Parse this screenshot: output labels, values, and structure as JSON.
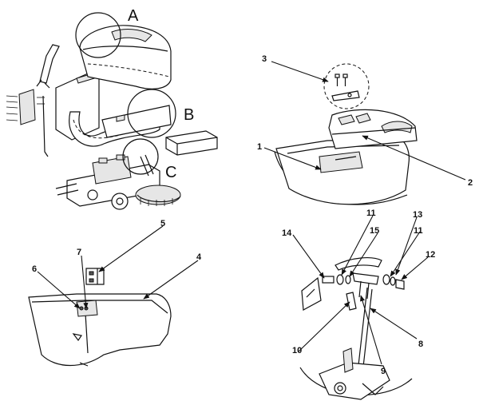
{
  "detail_letters": {
    "a": "A",
    "b": "B",
    "c": "C"
  },
  "callouts": {
    "c1": "1",
    "c2": "2",
    "c3": "3",
    "c4": "4",
    "c5": "5",
    "c6": "6",
    "c7": "7",
    "c8": "8",
    "c9": "9",
    "c10": "10",
    "c11a": "11",
    "c11b": "11",
    "c12": "12",
    "c13": "13",
    "c14": "14",
    "c15": "15"
  }
}
